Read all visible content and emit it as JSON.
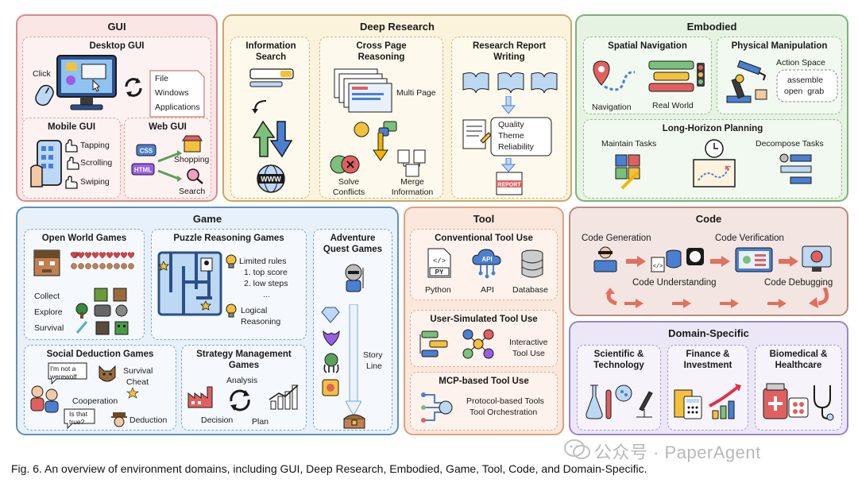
{
  "gui": {
    "title": "GUI",
    "desktop": {
      "title": "Desktop GUI",
      "click": "Click",
      "file": "File",
      "windows": "Windows",
      "applications": "Applications"
    },
    "mobile": {
      "title": "Mobile GUI",
      "tapping": "Tapping",
      "scrolling": "Scrolling",
      "swiping": "Swiping"
    },
    "web": {
      "title": "Web GUI",
      "shopping": "Shopping",
      "search": "Search",
      "css": "CSS",
      "html": "HTML"
    }
  },
  "deep_research": {
    "title": "Deep Research",
    "info_search": {
      "title": "Information Search",
      "www": "WWW"
    },
    "cross_page": {
      "title": "Cross Page Reasoning",
      "multi_page": "Multi Page",
      "solve": "Solve Conflicts",
      "merge": "Merge Information"
    },
    "report": {
      "title": "Research Report Writing",
      "quality": "Quality",
      "theme": "Theme",
      "reliability": "Reliability",
      "report_tag": "REPORT"
    }
  },
  "embodied": {
    "title": "Embodied",
    "spatial": {
      "title": "Spatial Navigation",
      "navigation": "Navigation",
      "real_world": "Real World"
    },
    "physical": {
      "title": "Physical Manipulation",
      "action_space": "Action Space",
      "assemble": "assemble",
      "open_grab": "open  grab"
    },
    "long": {
      "title": "Long-Horizon Planning",
      "maintain": "Maintain Tasks",
      "decompose": "Decompose Tasks"
    }
  },
  "game": {
    "title": "Game",
    "open_world": {
      "title": "Open World Games",
      "collect": "Collect",
      "explore": "Explore",
      "survival": "Survival"
    },
    "puzzle": {
      "title": "Puzzle Reasoning Games",
      "limited": "Limited rules",
      "top_score": "1. top score",
      "low_steps": "2. low steps",
      "dots": "...",
      "logical": "Logical",
      "reasoning": "Reasoning"
    },
    "adventure": {
      "title": "Adventure Quest Games",
      "story": "Story",
      "line": "Line"
    },
    "social": {
      "title": "Social Deduction Games",
      "not_wolf": "I'm not a werewolf",
      "survival": "Survival",
      "cheat": "Cheat",
      "cooperation": "Cooperation",
      "is_true": "Is that true?",
      "deduction": "Deduction"
    },
    "strategy": {
      "title": "Strategy Management Games",
      "analysis": "Analysis",
      "decision": "Decision",
      "plan": "Plan"
    }
  },
  "tool": {
    "title": "Tool",
    "conventional": {
      "title": "Conventional Tool Use",
      "python": "Python",
      "api": "API",
      "database": "Database",
      "py": "PY",
      "api_tag": "API"
    },
    "user_sim": {
      "title": "User-Simulated Tool Use",
      "interactive": "Interactive",
      "tool_use": "Tool Use"
    },
    "mcp": {
      "title": "MCP-based Tool Use",
      "protocol": "Protocol-based Tools",
      "orchestration": "Tool Orchestration"
    }
  },
  "code": {
    "title": "Code",
    "generation": "Code Generation",
    "verification": "Code Verification",
    "understanding": "Code Understanding",
    "debugging": "Code Debugging"
  },
  "domain": {
    "title": "Domain-Specific",
    "scientific": "Scientific & Technology",
    "finance": "Finance & Investment",
    "biomedical": "Biomedical & Healthcare"
  },
  "caption": "Fig. 6.  An overview of environment domains, including GUI, Deep Research, Embodied, Game, Tool, Code, and Domain-Specific.",
  "watermark": "公众号 · PaperAgent",
  "colors": {
    "gui": "#fbe6e6",
    "deep_research": "#fbf3dc",
    "embodied": "#e6f3e3",
    "game": "#e8f1fa",
    "tool": "#fbe7dc",
    "code": "#f3e6e2",
    "domain": "#ece7f6",
    "arrow_red": "#e0705f"
  }
}
